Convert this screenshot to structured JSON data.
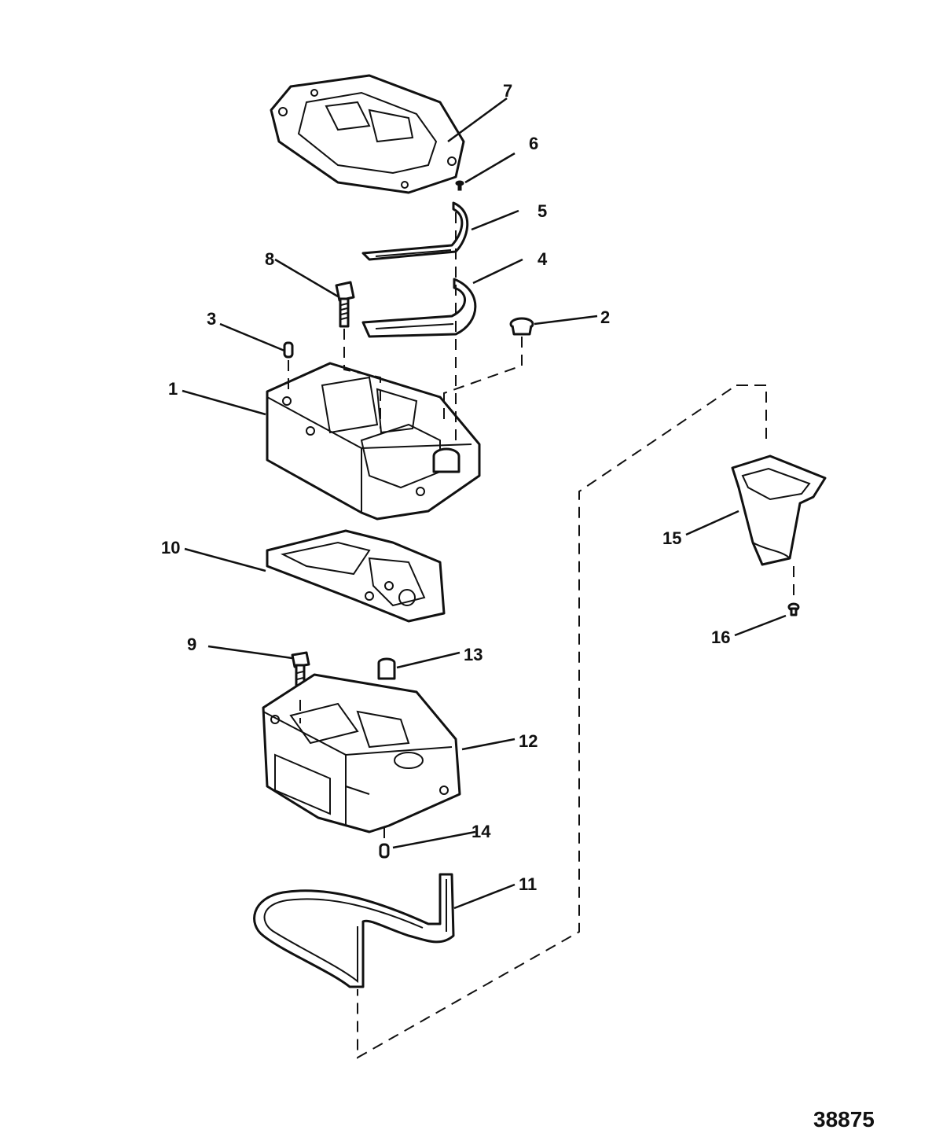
{
  "labels": [
    {
      "id": "p1",
      "text": "1"
    },
    {
      "id": "p2",
      "text": "2"
    },
    {
      "id": "p3",
      "text": "3"
    },
    {
      "id": "p4",
      "text": "4"
    },
    {
      "id": "p5",
      "text": "5"
    },
    {
      "id": "p6",
      "text": "6"
    },
    {
      "id": "p7",
      "text": "7"
    },
    {
      "id": "p8",
      "text": "8"
    },
    {
      "id": "p9",
      "text": "9"
    },
    {
      "id": "p10",
      "text": "10"
    },
    {
      "id": "p11",
      "text": "11"
    },
    {
      "id": "p12",
      "text": "12"
    },
    {
      "id": "p13",
      "text": "13"
    },
    {
      "id": "p14",
      "text": "14"
    },
    {
      "id": "p15",
      "text": "15"
    },
    {
      "id": "p16",
      "text": "16"
    }
  ],
  "reference_number": "38875"
}
